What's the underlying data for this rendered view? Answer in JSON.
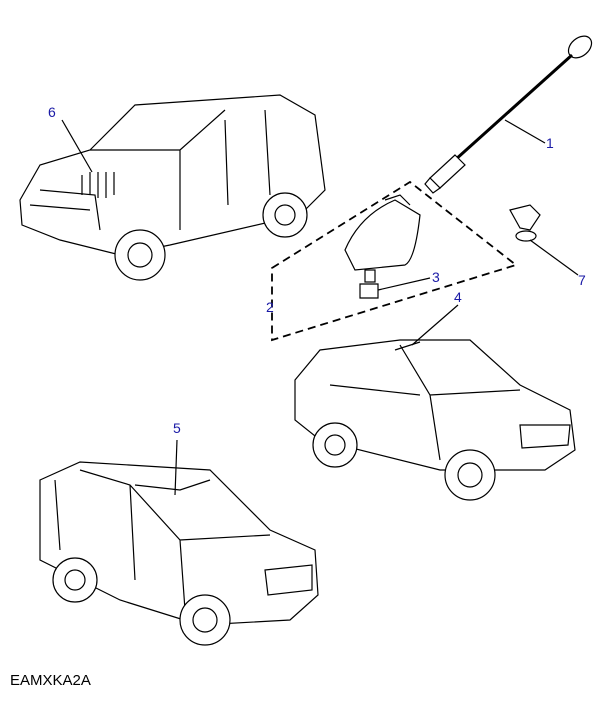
{
  "diagram_code": "EAMXKA2A",
  "callouts": {
    "c1": "1",
    "c2": "2",
    "c3": "3",
    "c4": "4",
    "c5": "5",
    "c6": "6",
    "c7": "7"
  }
}
